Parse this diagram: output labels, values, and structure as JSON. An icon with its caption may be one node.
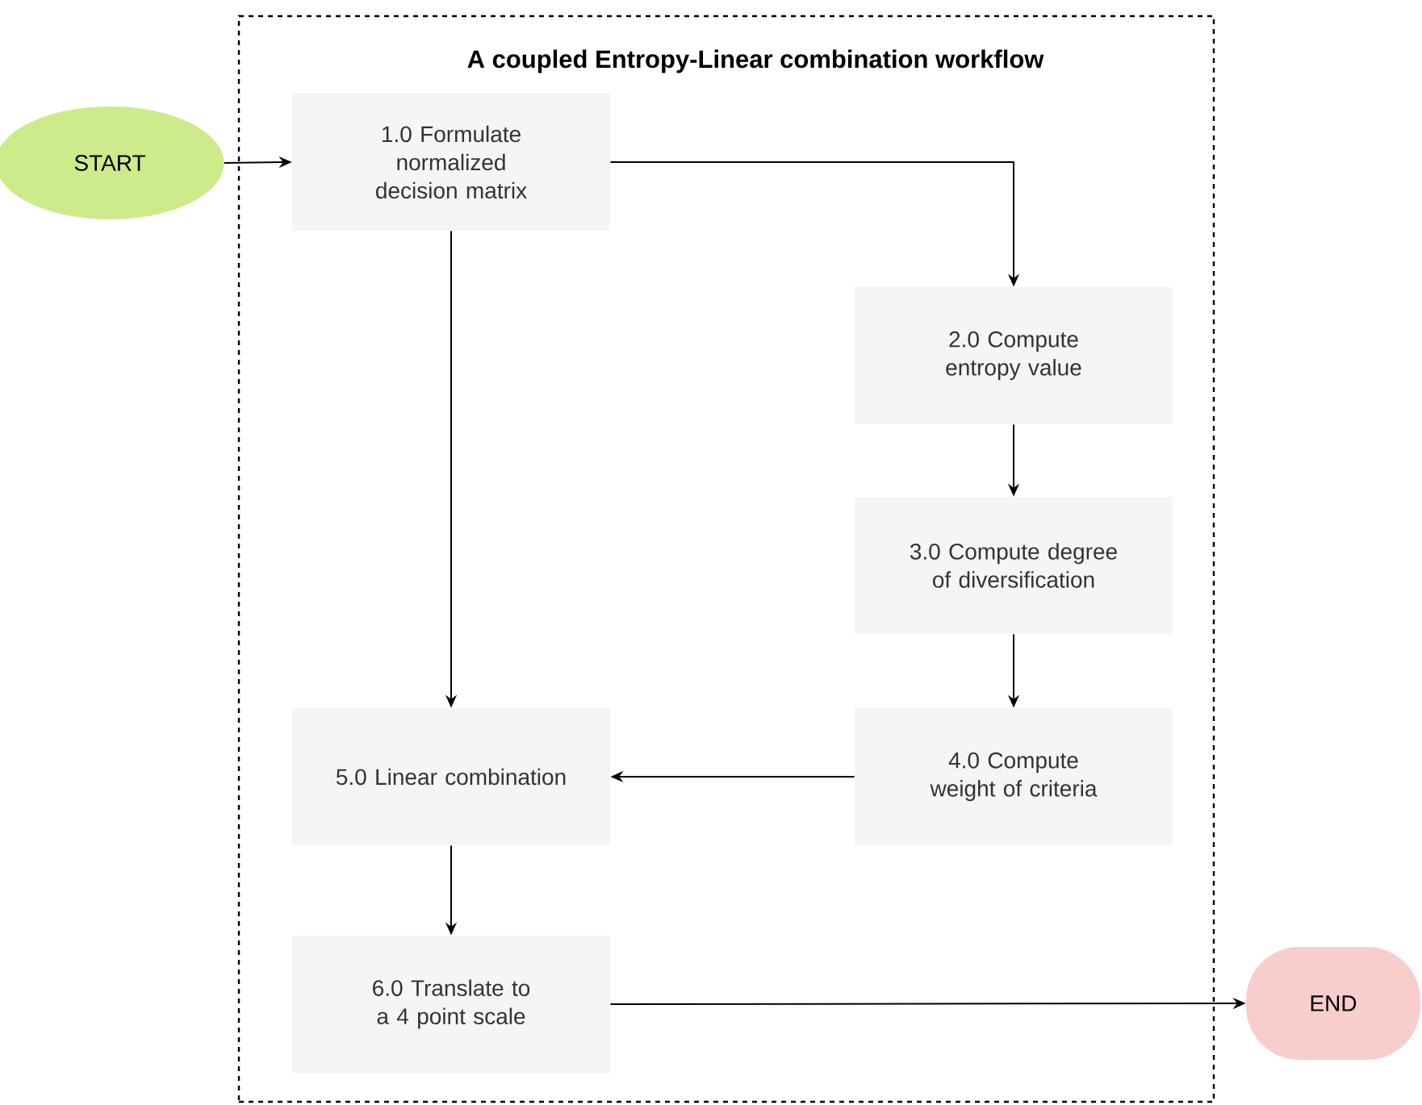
{
  "diagram": {
    "nodes": [
      {
        "text": [
          "A coupled Entropy-Linear combination workflow"
        ]
      },
      {
        "text": [
          "START"
        ]
      },
      {
        "text": [
          "1.0 Formulate normalized decision matrix"
        ],
        "in": 0
      },
      {
        "text": [
          "2.0 Compute entropy value"
        ],
        "in": 0
      },
      {
        "text": [
          "3.0 Compute degree of diversification"
        ],
        "in": 0
      },
      {
        "text": [
          "4.0 Compute weight of criteria"
        ],
        "in": 0
      },
      {
        "text": [
          "5.0 Linear combination"
        ],
        "in": 0
      },
      {
        "text": [
          "6.0 Translate to a 4 point scale"
        ],
        "in": 0
      },
      {
        "text": [
          "END"
        ]
      }
    ],
    "edges": [
      {
        "from": 1,
        "to": 2,
        "arrow": "to"
      },
      {
        "from": 2,
        "to": 3,
        "arrow": "to"
      },
      {
        "from": 2,
        "to": 6,
        "arrow": "to"
      },
      {
        "from": 3,
        "to": 4,
        "arrow": "to"
      },
      {
        "from": 4,
        "to": 5,
        "arrow": "to"
      },
      {
        "from": 5,
        "to": 6,
        "arrow": "to"
      },
      {
        "from": 6,
        "to": 7,
        "arrow": "to"
      },
      {
        "from": 7,
        "to": 8,
        "arrow": "to"
      }
    ]
  }
}
